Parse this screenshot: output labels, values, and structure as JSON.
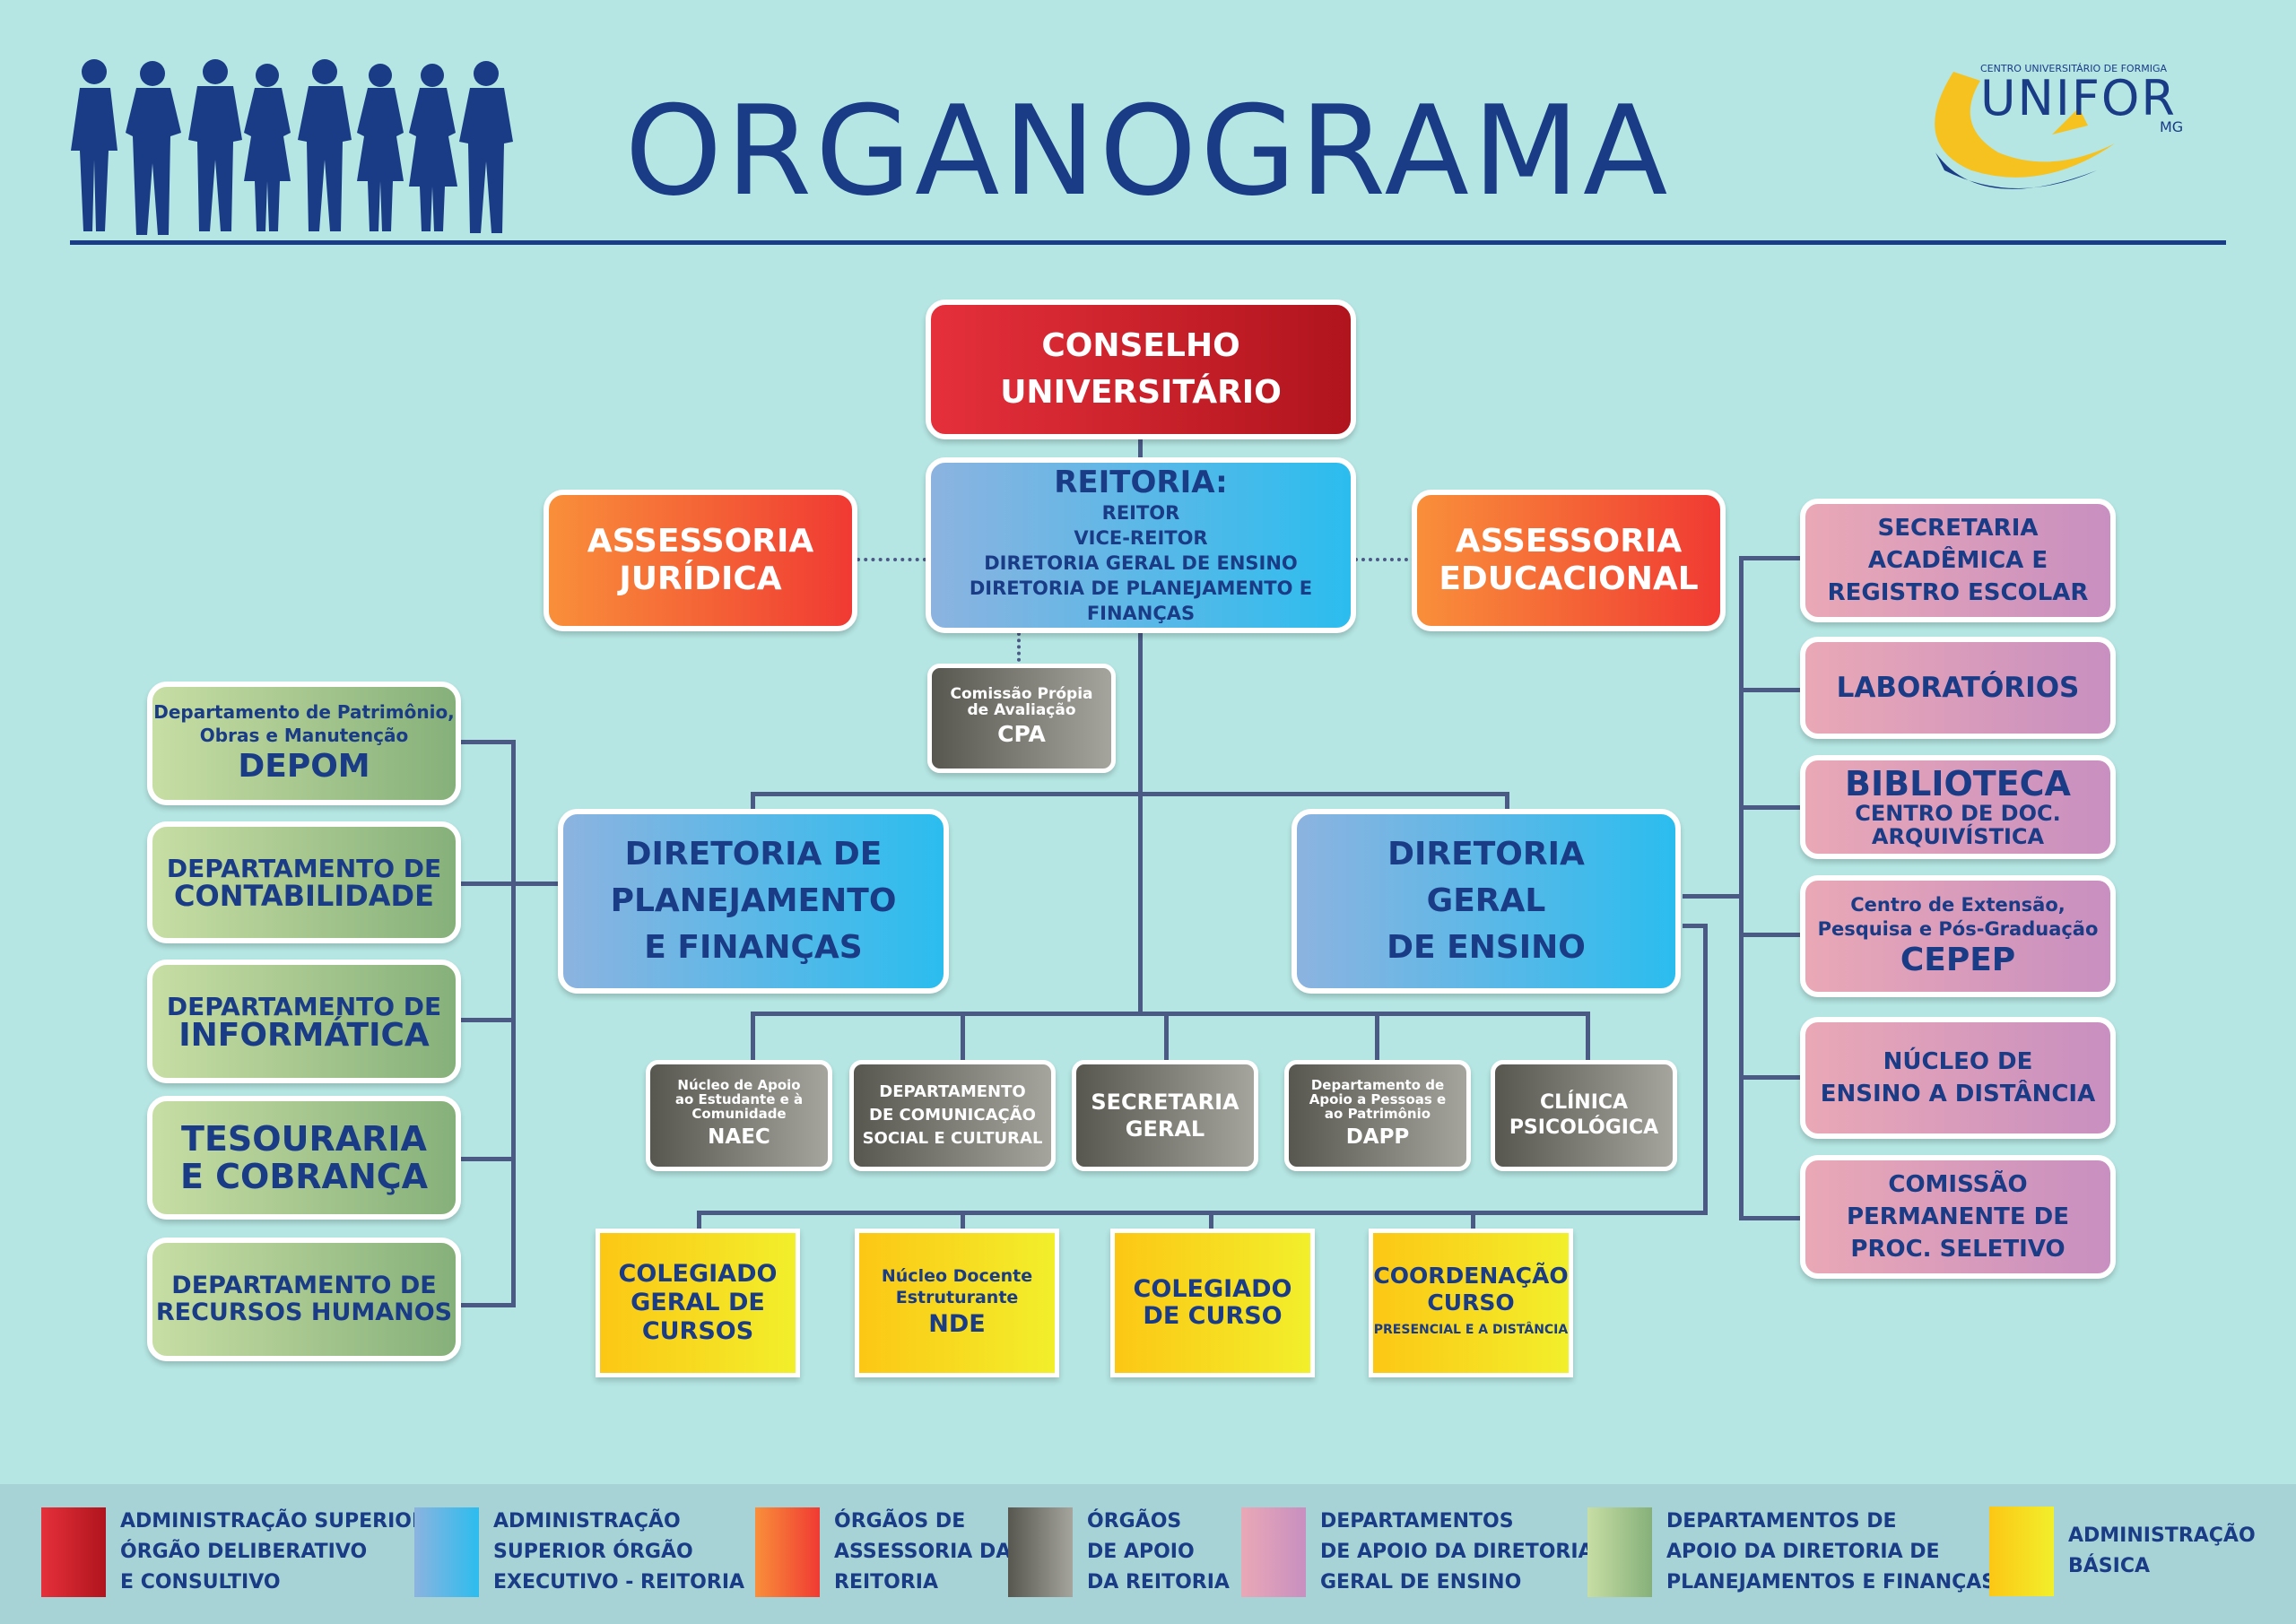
{
  "header": {
    "title": "ORGANOGRAMA",
    "logo": {
      "small": "CENTRO UNIVERSITÁRIO DE FORMIGA",
      "name": "UNIFOR",
      "suffix": "MG"
    },
    "people_icon": "people-silhouettes-icon"
  },
  "colors": {
    "navy": "#1a3b86",
    "red": "#c8202a",
    "blue": "#2bbdee",
    "orange": "#f56a36",
    "gray": "#7a7970",
    "pink": "#d79cbd",
    "green": "#a6c78e",
    "yellow": "#f7dc1f"
  },
  "center": {
    "conselho": [
      "CONSELHO",
      "UNIVERSITÁRIO"
    ],
    "reitoria": {
      "title": "REITORIA:",
      "lines": [
        "REITOR",
        "VICE-REITOR",
        "DIRETORIA GERAL DE ENSINO",
        "DIRETORIA DE PLANEJAMENTO E FINANÇAS"
      ]
    },
    "assessoria_juridica": [
      "ASSESSORIA",
      "JURÍDICA"
    ],
    "assessoria_educacional": [
      "ASSESSORIA",
      "EDUCACIONAL"
    ],
    "cpa": {
      "small": [
        "Comissão Própia",
        "de Avaliação"
      ],
      "big": "CPA"
    },
    "dir_planejamento": [
      "DIRETORIA DE",
      "PLANEJAMENTO",
      "E FINANÇAS"
    ],
    "dir_ensino": [
      "DIRETORIA",
      "GERAL",
      "DE ENSINO"
    ]
  },
  "support": [
    {
      "small": [
        "Núcleo de Apoio",
        "ao Estudante e à",
        "Comunidade"
      ],
      "big": "NAEC"
    },
    {
      "small": [],
      "big": "",
      "mid": [
        "DEPARTAMENTO",
        "DE COMUNICAÇÃO",
        "SOCIAL E CULTURAL"
      ]
    },
    {
      "small": [],
      "big": "",
      "mid": [
        "SECRETARIA",
        "GERAL"
      ]
    },
    {
      "small": [
        "Departamento de",
        "Apoio a Pessoas e",
        "ao Patrimônio"
      ],
      "big": "DAPP"
    },
    {
      "small": [],
      "big": "",
      "mid": [
        "CLÍNICA",
        "PSICOLÓGICA"
      ]
    }
  ],
  "basic": [
    {
      "lines": [
        "COLEGIADO",
        "GERAL DE",
        "CURSOS"
      ]
    },
    {
      "small": [
        "Núcleo Docente",
        "Estruturante"
      ],
      "big": "NDE"
    },
    {
      "lines": [
        "COLEGIADO",
        "DE CURSO"
      ]
    },
    {
      "lines": [
        "COORDENAÇÃO",
        "CURSO"
      ],
      "note": "PRESENCIAL E A DISTÂNCIA"
    }
  ],
  "left": [
    {
      "small": [
        "Departamento de Patrimônio,",
        "Obras e  Manutenção"
      ],
      "big": "DEPOM"
    },
    {
      "lines": [
        "DEPARTAMENTO DE",
        "CONTABILIDADE"
      ]
    },
    {
      "lines": [
        "DEPARTAMENTO DE",
        "INFORMÁTICA"
      ]
    },
    {
      "lines": [
        "TESOURARIA",
        "E COBRANÇA"
      ]
    },
    {
      "lines": [
        "DEPARTAMENTO DE",
        "RECURSOS HUMANOS"
      ]
    }
  ],
  "right": [
    {
      "lines": [
        "SECRETARIA",
        "ACADÊMICA E",
        "REGISTRO ESCOLAR"
      ]
    },
    {
      "lines": [
        "LABORATÓRIOS"
      ]
    },
    {
      "big": "BIBLIOTECA",
      "lines": [
        "CENTRO DE DOC.",
        "ARQUIVÍSTICA"
      ]
    },
    {
      "small": [
        "Centro de Extensão,",
        "Pesquisa e Pós-Graduação"
      ],
      "big": "CEPEP"
    },
    {
      "lines": [
        "NÚCLEO DE",
        "ENSINO A DISTÂNCIA"
      ]
    },
    {
      "lines": [
        "COMISSÃO",
        "PERMANENTE DE",
        "PROC. SELETIVO"
      ]
    }
  ],
  "legend": [
    {
      "lines": [
        "ADMINISTRAÇÃO SUPERIOR",
        "ÓRGÃO DELIBERATIVO",
        "E CONSULTIVO"
      ],
      "color": "#c8202a"
    },
    {
      "lines": [
        "ADMINISTRAÇÃO",
        "SUPERIOR ÓRGÃO",
        "EXECUTIVO - REITORIA"
      ],
      "color": "#2bbdee"
    },
    {
      "lines": [
        "ÓRGÃOS DE",
        "ASSESSORIA DA",
        "REITORIA"
      ],
      "color": "#f56a36"
    },
    {
      "lines": [
        "ÓRGÃOS",
        "DE APOIO",
        "DA REITORIA"
      ],
      "color": "#7a7970"
    },
    {
      "lines": [
        "DEPARTAMENTOS",
        "DE APOIO DA DIRETORIA",
        "GERAL DE ENSINO"
      ],
      "color": "#d79cbd"
    },
    {
      "lines": [
        "DEPARTAMENTOS DE",
        "APOIO DA DIRETORIA DE",
        "PLANEJAMENTOS E FINANÇAS"
      ],
      "color": "#a6c78e"
    },
    {
      "lines": [
        "ADMINISTRAÇÃO",
        "BÁSICA"
      ],
      "color": "#f7dc1f"
    }
  ]
}
